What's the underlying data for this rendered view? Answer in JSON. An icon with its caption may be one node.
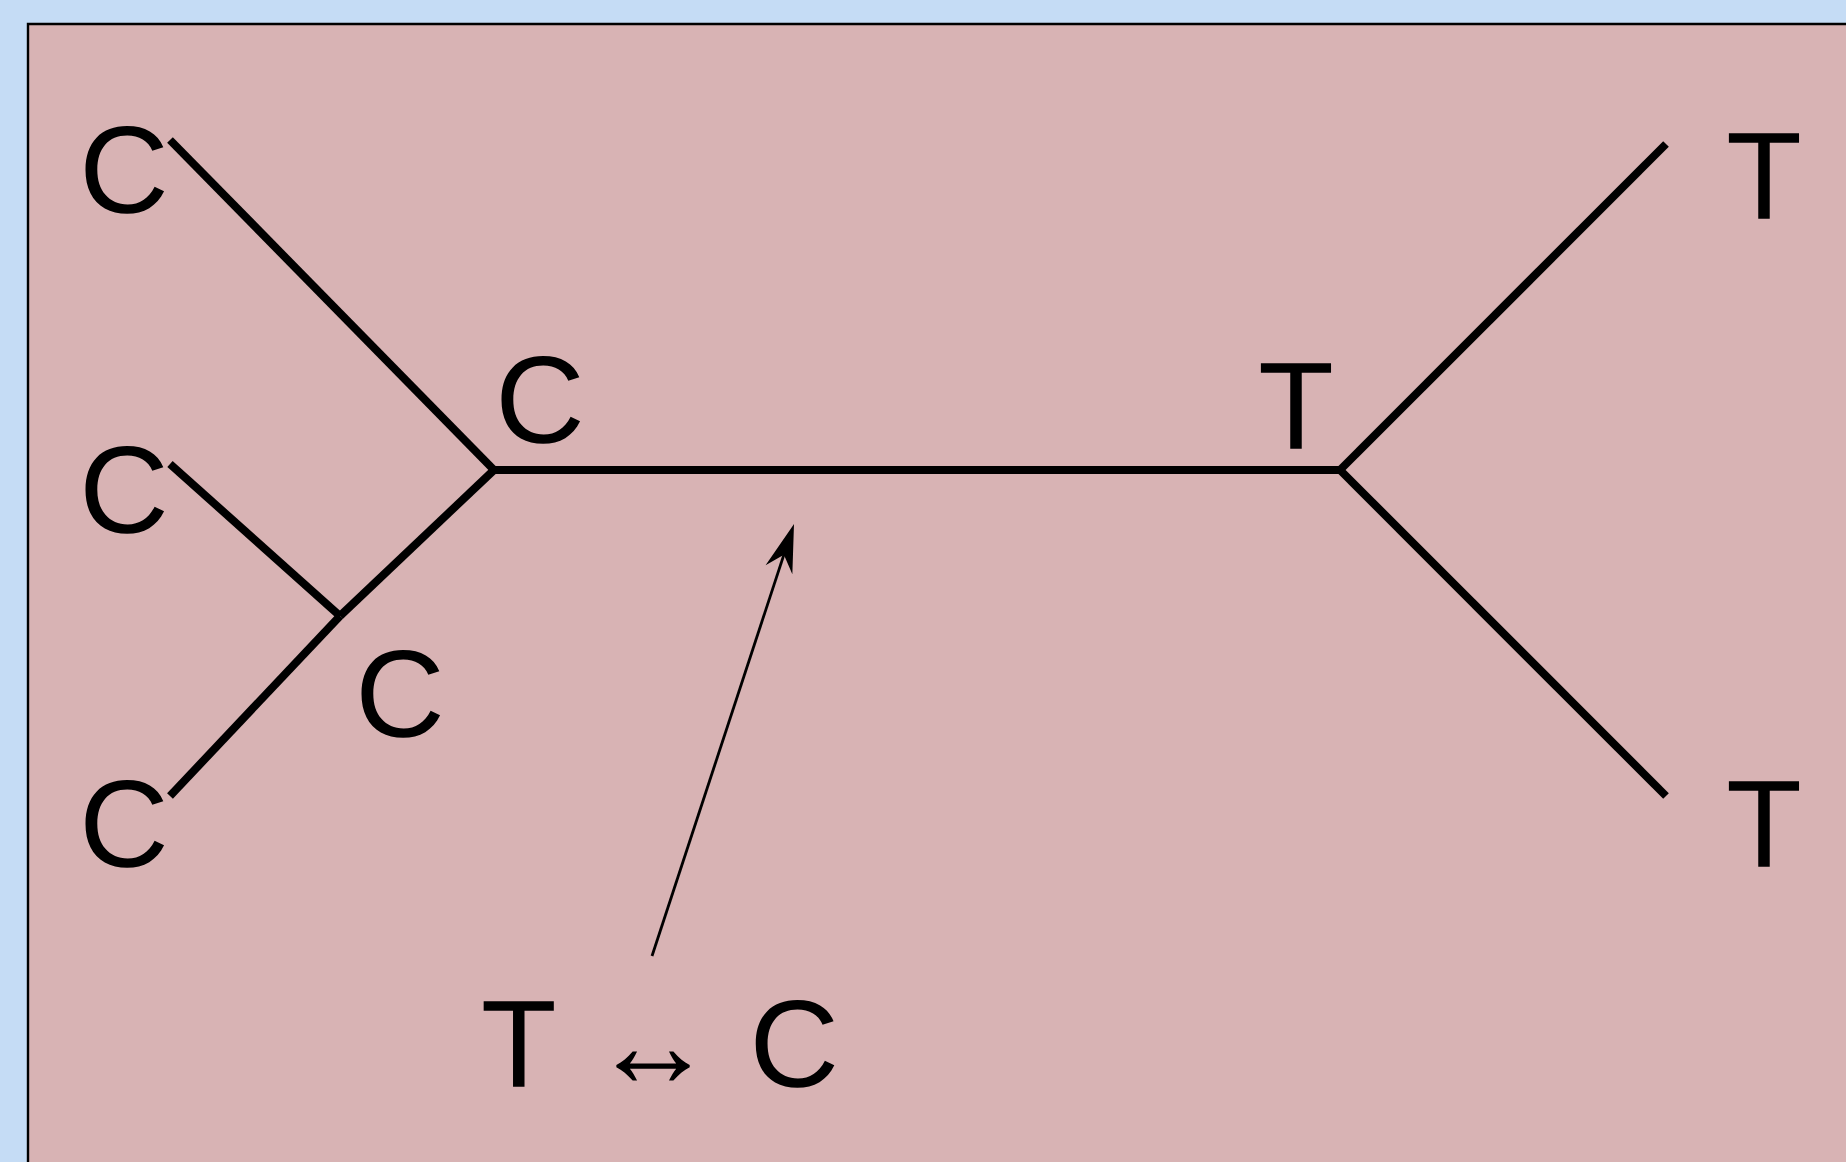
{
  "diagram": {
    "nodes": [
      {
        "text": [
          "C"
        ]
      },
      {
        "text": [
          "C"
        ]
      },
      {
        "text": [
          "T"
        ]
      },
      {
        "text": [
          "T"
        ]
      },
      {
        "text": [
          "C"
        ]
      },
      {
        "text": [
          "C"
        ]
      },
      {
        "text": [
          "C"
        ]
      },
      {
        "text": [
          "T"
        ]
      },
      {
        "text": [
          "T ↔ C"
        ]
      }
    ],
    "edges": [
      {
        "from": 0,
        "to": 1,
        "arrow": "none"
      },
      {
        "from": 1,
        "to": 2,
        "arrow": "none"
      },
      {
        "from": 2,
        "to": 3,
        "arrow": "none"
      },
      {
        "from": 2,
        "to": 7,
        "arrow": "none"
      },
      {
        "from": 1,
        "to": 5,
        "arrow": "none"
      },
      {
        "from": 4,
        "to": 5,
        "arrow": "none"
      },
      {
        "from": 5,
        "to": 6,
        "arrow": "none"
      },
      {
        "from": 8,
        "to": null,
        "arrow": "to"
      }
    ]
  }
}
